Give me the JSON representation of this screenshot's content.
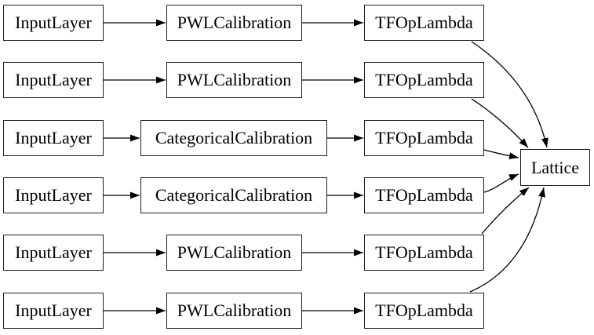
{
  "graph": {
    "rows": [
      {
        "input": "InputLayer",
        "calibration": "PWLCalibration",
        "lambda": "TFOpLambda"
      },
      {
        "input": "InputLayer",
        "calibration": "PWLCalibration",
        "lambda": "TFOpLambda"
      },
      {
        "input": "InputLayer",
        "calibration": "CategoricalCalibration",
        "lambda": "TFOpLambda"
      },
      {
        "input": "InputLayer",
        "calibration": "CategoricalCalibration",
        "lambda": "TFOpLambda"
      },
      {
        "input": "InputLayer",
        "calibration": "PWLCalibration",
        "lambda": "TFOpLambda"
      },
      {
        "input": "InputLayer",
        "calibration": "PWLCalibration",
        "lambda": "TFOpLambda"
      }
    ],
    "output_node": {
      "label": "Lattice"
    },
    "edges": [
      {
        "from": "input-0",
        "to": "calibration-0"
      },
      {
        "from": "calibration-0",
        "to": "lambda-0"
      },
      {
        "from": "lambda-0",
        "to": "lattice"
      },
      {
        "from": "input-1",
        "to": "calibration-1"
      },
      {
        "from": "calibration-1",
        "to": "lambda-1"
      },
      {
        "from": "lambda-1",
        "to": "lattice"
      },
      {
        "from": "input-2",
        "to": "calibration-2"
      },
      {
        "from": "calibration-2",
        "to": "lambda-2"
      },
      {
        "from": "lambda-2",
        "to": "lattice"
      },
      {
        "from": "input-3",
        "to": "calibration-3"
      },
      {
        "from": "calibration-3",
        "to": "lambda-3"
      },
      {
        "from": "lambda-3",
        "to": "lattice"
      },
      {
        "from": "input-4",
        "to": "calibration-4"
      },
      {
        "from": "calibration-4",
        "to": "lambda-4"
      },
      {
        "from": "lambda-4",
        "to": "lattice"
      },
      {
        "from": "input-5",
        "to": "calibration-5"
      },
      {
        "from": "calibration-5",
        "to": "lambda-5"
      },
      {
        "from": "lambda-5",
        "to": "lattice"
      }
    ],
    "colors": {
      "background": "#ffffff",
      "node_fill": "#ffffff",
      "node_border": "#1d1d1d",
      "edge": "#000000",
      "text": "#000000"
    }
  }
}
